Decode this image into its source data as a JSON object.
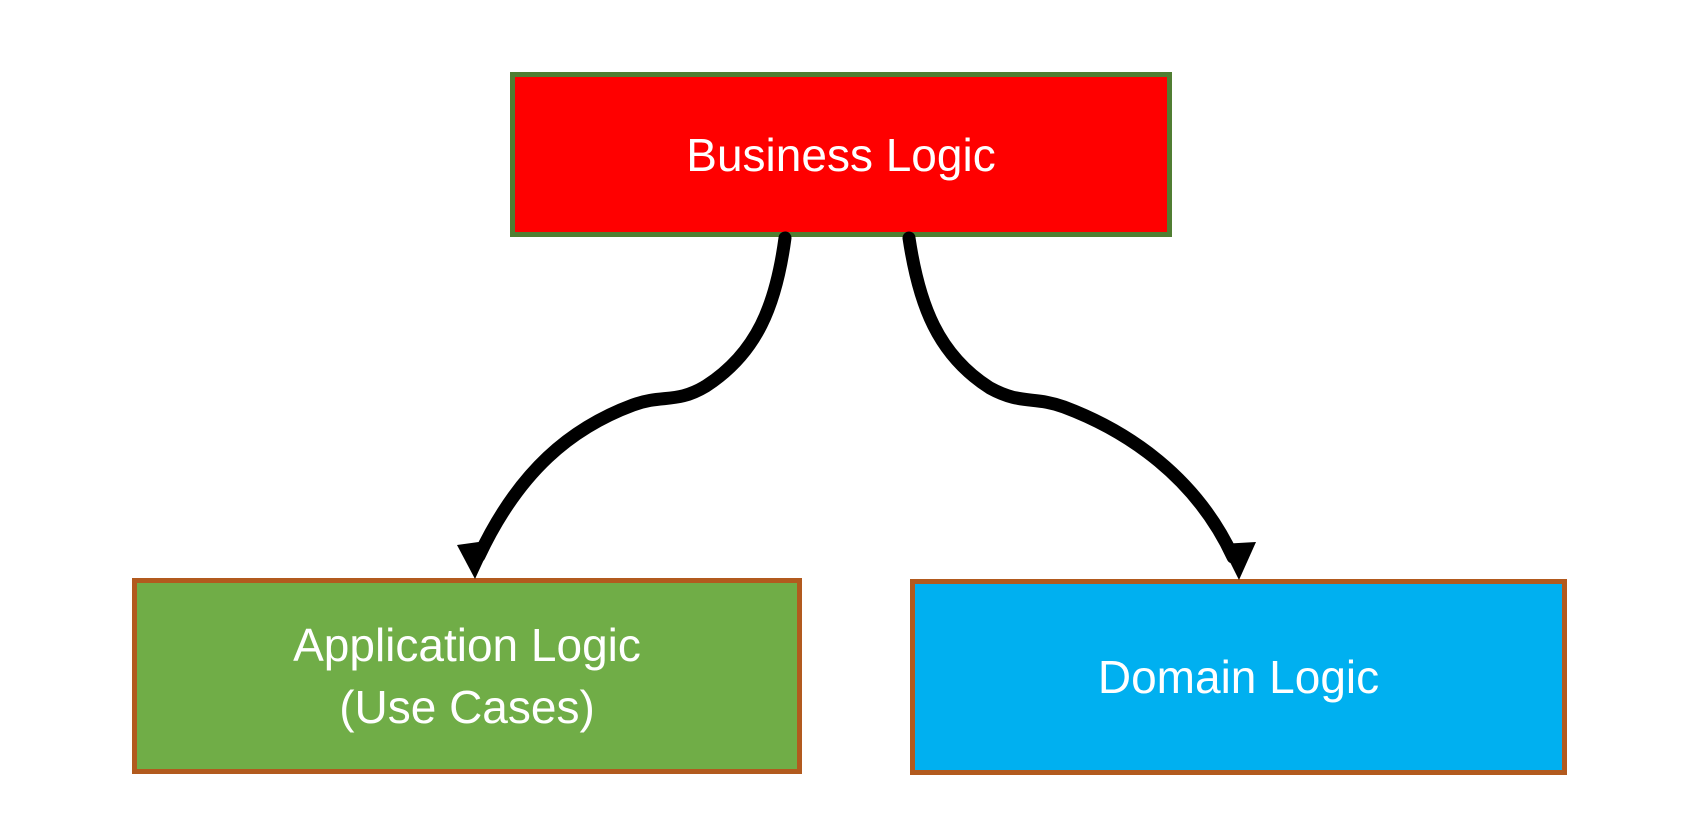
{
  "diagram": {
    "background": "#FFFFFF",
    "nodes": [
      {
        "id": "business-logic",
        "label": "Business Logic",
        "fill": "#FF0000",
        "border_color": "#507E32",
        "text_color": "#FFFFFF"
      },
      {
        "id": "application-logic",
        "label": "Application Logic",
        "label_line2": "(Use Cases)",
        "fill": "#70AD47",
        "border_color": "#B25A1E",
        "text_color": "#FFFFFF"
      },
      {
        "id": "domain-logic",
        "label": "Domain Logic",
        "fill": "#00B0F0",
        "border_color": "#B25A1E",
        "text_color": "#FFFFFF"
      }
    ],
    "edges": [
      {
        "from": "business-logic",
        "to": "application-logic",
        "style": "curved-arrow",
        "color": "#000000"
      },
      {
        "from": "business-logic",
        "to": "domain-logic",
        "style": "curved-arrow",
        "color": "#000000"
      }
    ]
  }
}
